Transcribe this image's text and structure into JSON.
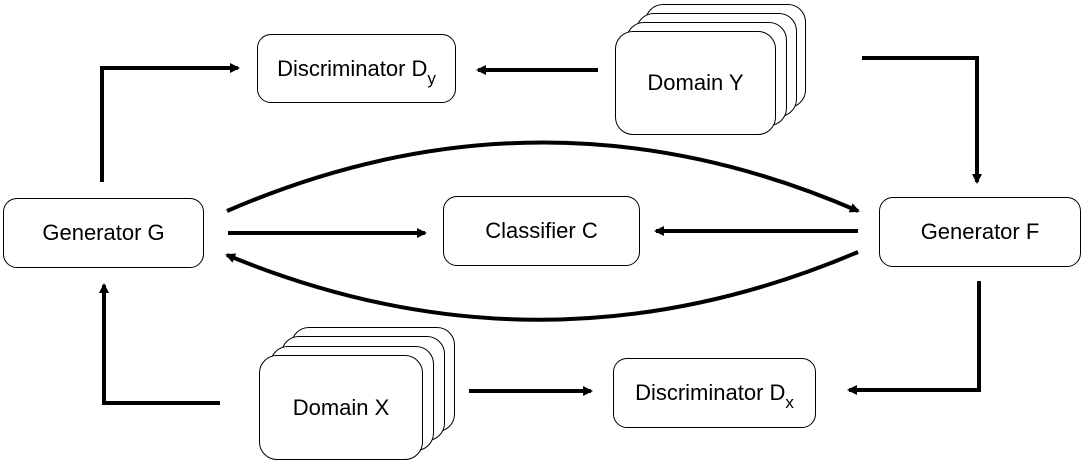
{
  "nodes": {
    "generator_g": {
      "label": "Generator G"
    },
    "generator_f": {
      "label": "Generator F"
    },
    "classifier_c": {
      "label": "Classifier C"
    },
    "discriminator_dy": {
      "label": "Discriminator D",
      "subscript": "y"
    },
    "discriminator_dx": {
      "label": "Discriminator D",
      "subscript": "x"
    },
    "domain_y": {
      "label": "Domain Y"
    },
    "domain_x": {
      "label": "Domain X"
    }
  },
  "edges": [
    {
      "from": "Domain Y",
      "to": "Discriminator Dy"
    },
    {
      "from": "Generator G",
      "to": "Discriminator Dy"
    },
    {
      "from": "Domain Y",
      "to": "Generator F"
    },
    {
      "from": "Generator G",
      "to": "Generator F"
    },
    {
      "from": "Generator F",
      "to": "Generator G"
    },
    {
      "from": "Generator G",
      "to": "Classifier C"
    },
    {
      "from": "Generator F",
      "to": "Classifier C"
    },
    {
      "from": "Domain X",
      "to": "Generator G"
    },
    {
      "from": "Domain X",
      "to": "Discriminator Dx"
    },
    {
      "from": "Generator F",
      "to": "Discriminator Dx"
    }
  ],
  "colors": {
    "stroke": "#000000",
    "fill": "#ffffff"
  }
}
